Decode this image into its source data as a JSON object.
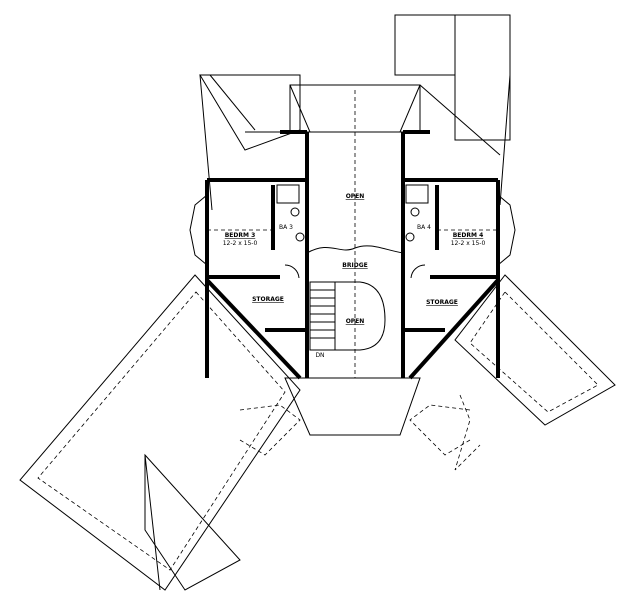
{
  "plan": {
    "rooms": {
      "open_upper": "OPEN",
      "bedroom3_name": "BEDRM 3",
      "bedroom3_size": "12-2 x 15-0",
      "bath3": "BA 3",
      "bridge": "BRIDGE",
      "storage_left": "STORAGE",
      "open_stair": "OPEN",
      "stair_down": "DN",
      "bath4": "BA 4",
      "bedroom4_name": "BEDRM 4",
      "bedroom4_size": "12-2 x 15-0",
      "storage_right": "STORAGE"
    }
  }
}
